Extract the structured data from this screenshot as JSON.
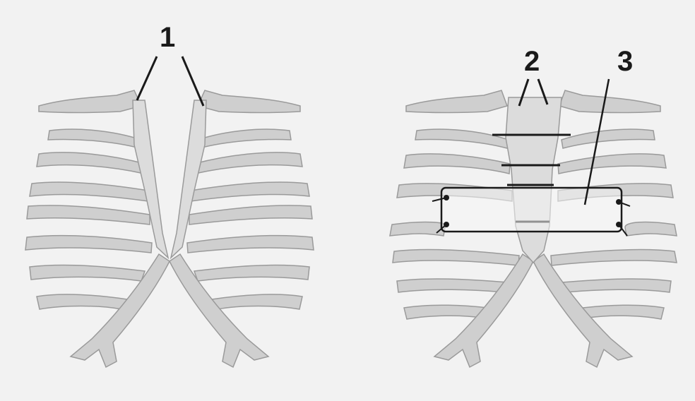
{
  "labels": {
    "left_marker": "1",
    "right_marker_a": "2",
    "right_marker_b": "3"
  },
  "colors": {
    "background": "#f2f2f2",
    "bone": "#c8c8c8",
    "bone_dark": "#9a9a9a",
    "bone_light": "#e2e2e2",
    "line": "#1a1a1a"
  }
}
